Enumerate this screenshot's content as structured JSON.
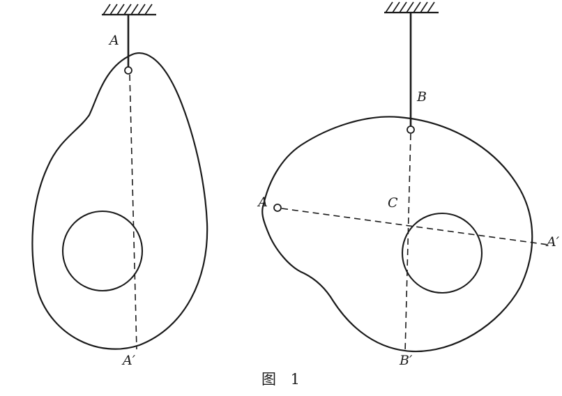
{
  "figure": {
    "caption": "图 1",
    "left_shape": {
      "suspension_point_label": "A",
      "plumb_line_end_label": "A′"
    },
    "right_shape": {
      "suspension_point_label": "B",
      "plumb_line_end_label": "B′",
      "previous_suspension_point_label": "A",
      "previous_plumb_end_label": "A′",
      "intersection_label": "C"
    },
    "colors": {
      "ink": "#1a1a1a",
      "paper": "#ffffff"
    }
  }
}
